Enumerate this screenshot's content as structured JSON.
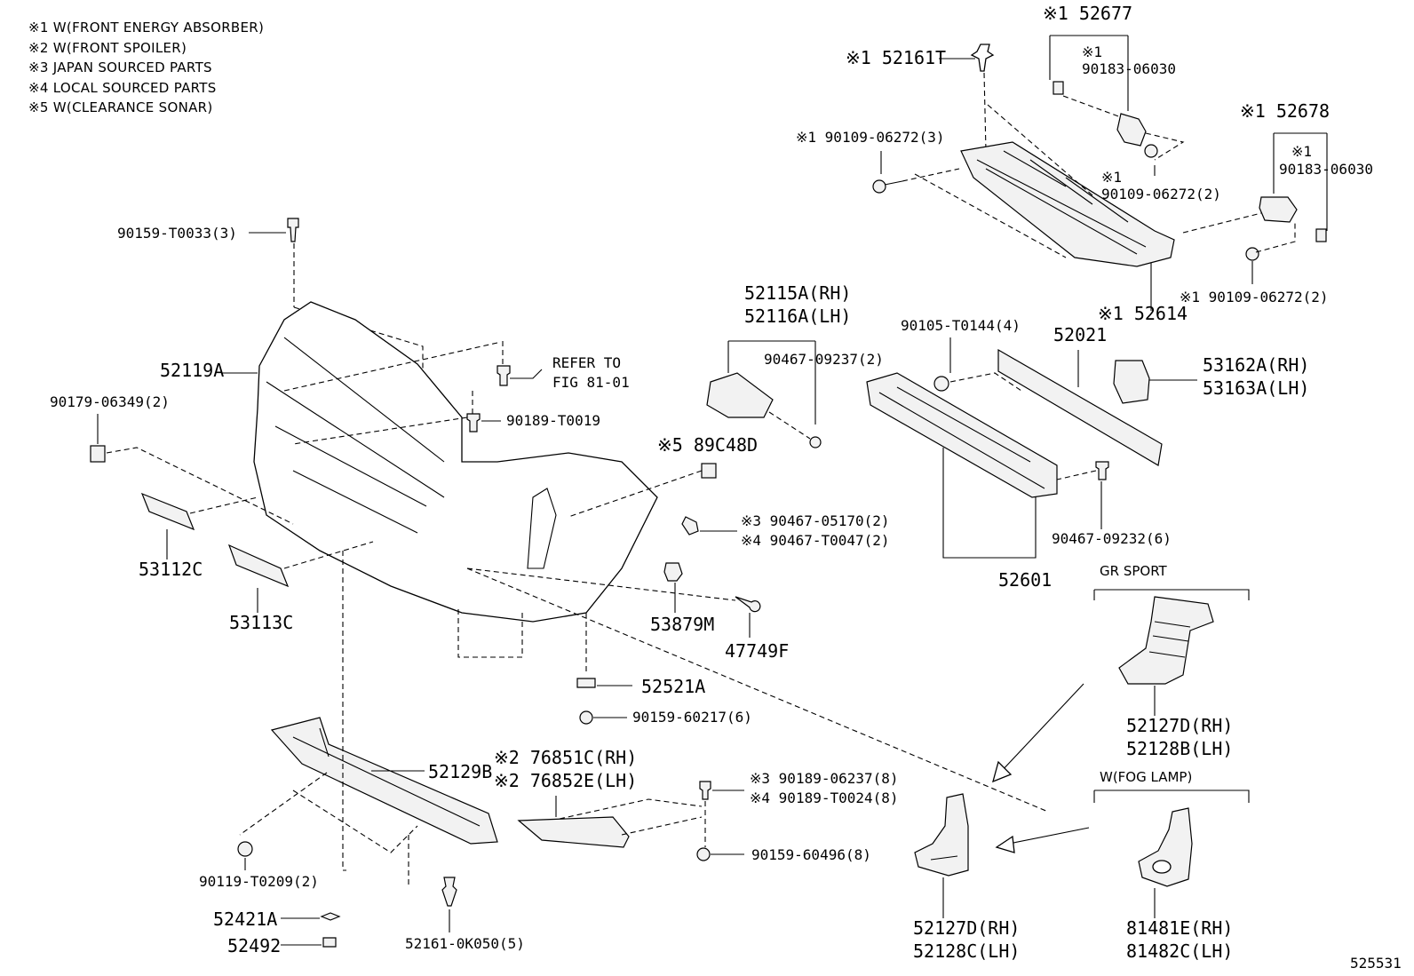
{
  "notes": [
    "※1 W(FRONT ENERGY ABSORBER)",
    "※2 W(FRONT SPOILER)",
    "※3 JAPAN SOURCED PARTS",
    "※4 LOCAL SOURCED PARTS",
    "※5 W(CLEARANCE SONAR)"
  ],
  "labels": {
    "p52677": "※1 52677",
    "p90183a": "※1",
    "p90183a2": "90183-06030",
    "p52161T": "※1 52161T",
    "p52678": "※1 52678",
    "p90183b": "※1",
    "p90183b2": "90183-06030",
    "p90109a": "※1 90109-06272(3)",
    "p90109b": "※1",
    "p90109b2": "90109-06272(2)",
    "p90109c": "※1 90109-06272(2)",
    "p52614": "※1 52614",
    "p90159T": "90159-T0033(3)",
    "p52115": "52115A(RH)",
    "p52116": "52116A(LH)",
    "p90467_237": "90467-09237(2)",
    "p90105": "90105-T0144(4)",
    "p52021": "52021",
    "p53162": "53162A(RH)",
    "p53163": "53163A(LH)",
    "p52119A": "52119A",
    "p90179": "90179-06349(2)",
    "refer1": "REFER TO",
    "refer2": "FIG 81-01",
    "p90189T19": "90189-T0019",
    "p89C48D": "※5 89C48D",
    "p90467_170": "※3 90467-05170(2)",
    "p90467_T47": "※4 90467-T0047(2)",
    "p90467_232": "90467-09232(6)",
    "p52601": "52601",
    "p53112C": "53112C",
    "p53113C": "53113C",
    "p53879M": "53879M",
    "p47749F": "47749F",
    "p52521A": "52521A",
    "p90159_217": "90159-60217(6)",
    "grsport": "GR SPORT",
    "p52127D_gr": "52127D(RH)",
    "p52128B": "52128B(LH)",
    "p76851": "※2 76851C(RH)",
    "p76852": "※2 76852E(LH)",
    "p52129B": "52129B",
    "p90189_237": "※3 90189-06237(8)",
    "p90189_T24": "※4 90189-T0024(8)",
    "p90159_496": "90159-60496(8)",
    "fog": "W(FOG LAMP)",
    "p90119": "90119-T0209(2)",
    "p52421A": "52421A",
    "p52492": "52492",
    "p52161K": "52161-0K050(5)",
    "p52127D": "52127D(RH)",
    "p52128C": "52128C(LH)",
    "p81481": "81481E(RH)",
    "p81482": "81482C(LH)",
    "code": "525531"
  }
}
